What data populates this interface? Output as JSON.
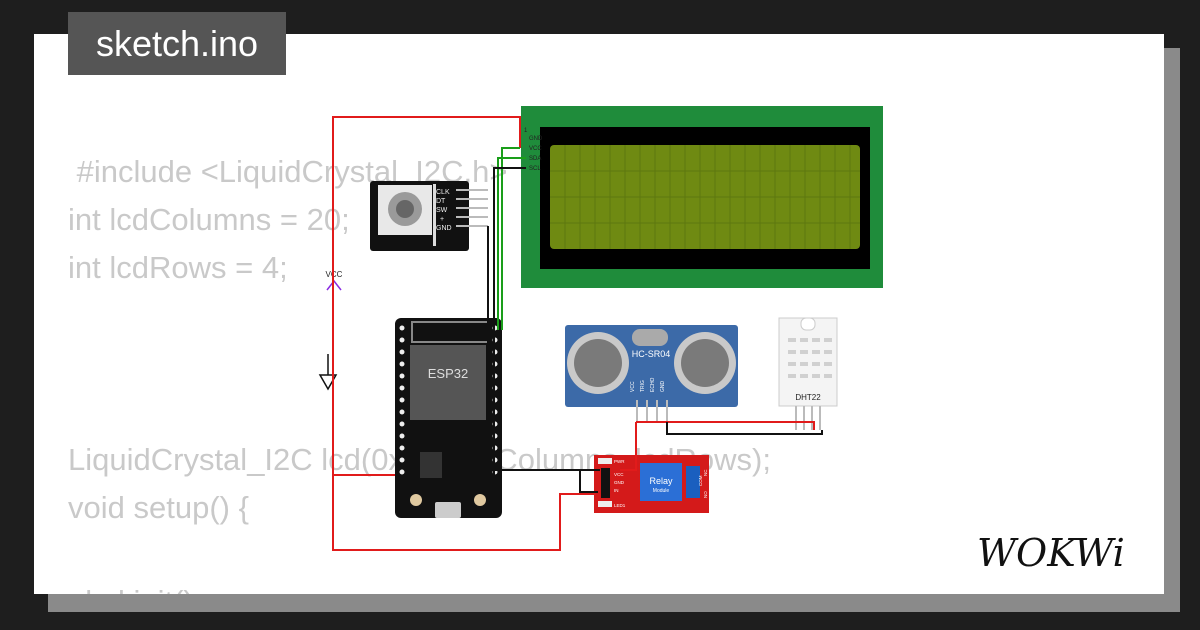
{
  "file_tab": {
    "label": "sketch.ino"
  },
  "code_lines": [
    " #include <LiquidCrystal_I2C.h>",
    "int lcdColumns = 20;",
    "int lcdRows = 4;",
    "LiquidCrystal_I2C lcd(0x27, lcdColumns, lcdRows);",
    "void setup() {",
    "  lcd.init();"
  ],
  "components": {
    "lcd": {
      "pins": [
        "GND",
        "VCC",
        "SDA",
        "SCL"
      ],
      "pin1": "1"
    },
    "rotary_encoder": {
      "pins": [
        "CLK",
        "DT",
        "SW",
        "+",
        "GND"
      ]
    },
    "esp32": {
      "label": "ESP32"
    },
    "ultrasonic": {
      "label": "HC-SR04",
      "pins": [
        "VCC",
        "TRIG",
        "ECHO",
        "GND"
      ]
    },
    "dht": {
      "label": "DHT22"
    },
    "relay": {
      "label": "Relay",
      "sublabel": "Module",
      "pins_left": [
        "PWR",
        "VCC",
        "GND",
        "IN"
      ],
      "pins_right": [
        "NO",
        "COM",
        "NC"
      ],
      "led": "LED1"
    },
    "vcc_label": "VCC"
  },
  "brand": {
    "logo_text": "WOKWi"
  },
  "colors": {
    "wire_red": "#e11b1b",
    "wire_green": "#1a9e1a",
    "wire_black": "#111111",
    "lcd_board": "#1f8c3b",
    "lcd_screen": "#6f8a12",
    "relay_board": "#d41a1a",
    "relay_blue": "#2b6fd6",
    "ultrasonic_board": "#3c6aa8"
  }
}
